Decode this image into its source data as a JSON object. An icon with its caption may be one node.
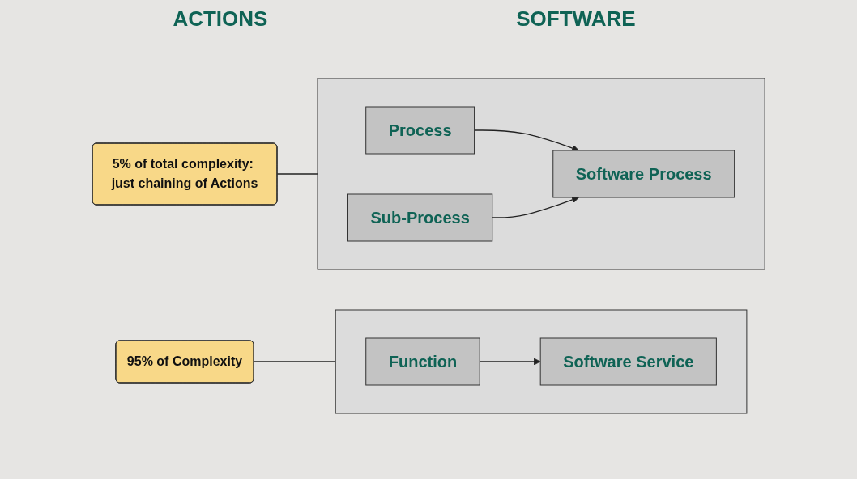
{
  "diagram": {
    "nodes": [
      {
        "text": [],
        "shape": "box"
      },
      {
        "text": [
          "Process"
        ],
        "in": 0
      },
      {
        "text": [
          "Sub-Process"
        ],
        "in": 0
      },
      {
        "text": [
          "Software Process"
        ],
        "in": 0
      },
      {
        "text": [
          "5% of total complexity: just chaining of Actions"
        ]
      },
      {
        "text": [],
        "shape": "box"
      },
      {
        "text": [
          "Function"
        ],
        "in": 5
      },
      {
        "text": [
          "Software Service"
        ],
        "in": 5
      },
      {
        "text": [
          "95% of Complexity"
        ]
      }
    ],
    "edges": [
      {
        "from": 1,
        "to": 3,
        "arrow": "to"
      },
      {
        "from": 2,
        "to": 3,
        "arrow": "to"
      },
      {
        "from": 6,
        "to": 7,
        "arrow": "to"
      },
      {
        "from": 4,
        "to": 0,
        "arrow": "none"
      },
      {
        "from": 8,
        "to": 5,
        "arrow": "none"
      }
    ],
    "labels": [
      "ACTIONS",
      "SOFTWARE"
    ]
  }
}
